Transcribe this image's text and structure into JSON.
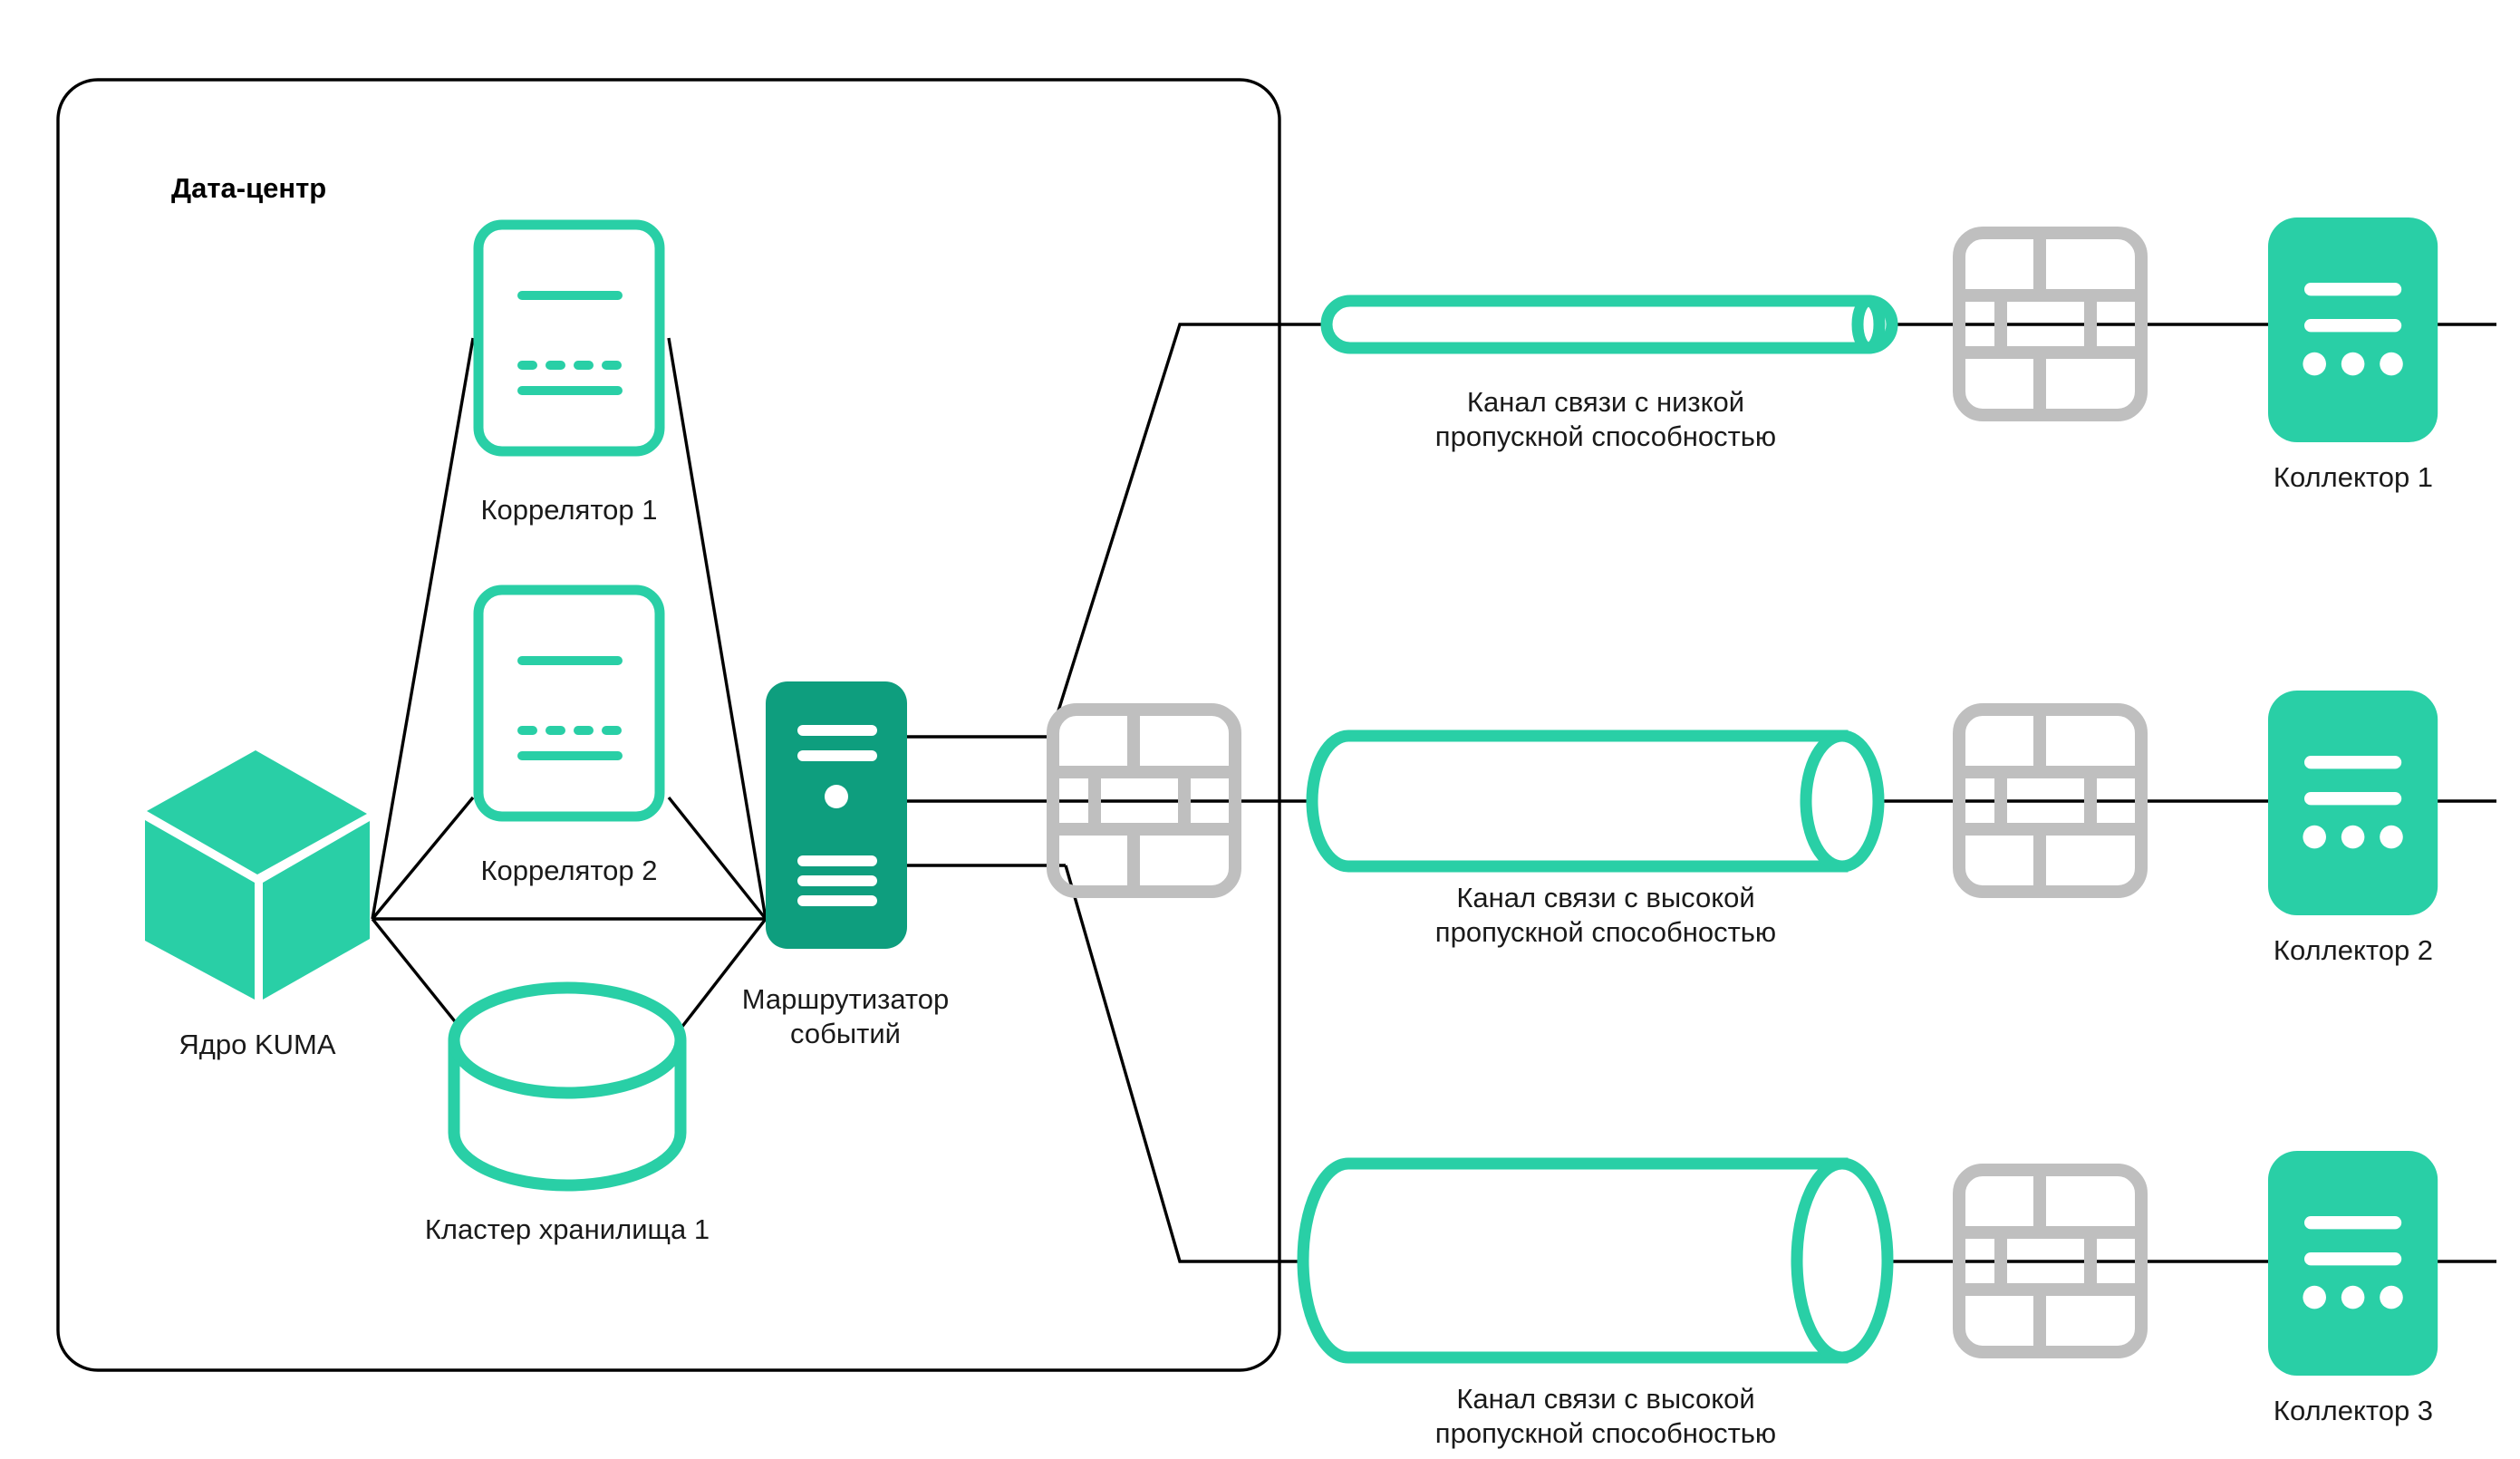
{
  "diagram": {
    "title": "Дата-центр",
    "colors": {
      "accent_light": "#29CFA6",
      "accent_dark": "#0E9E7E",
      "firewall_gray": "#BFBFBF",
      "line_black": "#000000",
      "background": "#FFFFFF",
      "text": "#1A1A1A"
    },
    "datacenter": {
      "label": "Дата-центр",
      "nodes": [
        {
          "id": "kuma-core",
          "label": "Ядро KUMA",
          "icon": "cube-icon"
        },
        {
          "id": "correlator-1",
          "label": "Коррелятор 1",
          "icon": "correlator-icon"
        },
        {
          "id": "correlator-2",
          "label": "Коррелятор 2",
          "icon": "correlator-icon"
        },
        {
          "id": "storage-cluster-1",
          "label": "Кластер хранилища 1",
          "icon": "database-cylinder-icon"
        },
        {
          "id": "event-router",
          "label": "Маршрутизатор\nсобытий",
          "label_line_1": "Маршрутизатор",
          "label_line_2": "событий",
          "icon": "server-icon"
        },
        {
          "id": "firewall-internal",
          "label": "",
          "icon": "firewall-brick-icon"
        }
      ]
    },
    "channels": [
      {
        "id": "channel-1",
        "label_line_1": "Канал связи с низкой",
        "label_line_2": "пропускной способностью",
        "bandwidth": "low",
        "icon": "thin-pipe-icon"
      },
      {
        "id": "channel-2",
        "label_line_1": "Канал связи с высокой",
        "label_line_2": "пропускной способностью",
        "bandwidth": "high",
        "icon": "thick-cylinder-icon"
      },
      {
        "id": "channel-3",
        "label_line_1": "Канал связи с высокой",
        "label_line_2": "пропускной способностью",
        "bandwidth": "high",
        "icon": "thick-cylinder-icon"
      }
    ],
    "remote_firewalls": [
      {
        "id": "firewall-remote-1",
        "icon": "firewall-brick-icon"
      },
      {
        "id": "firewall-remote-2",
        "icon": "firewall-brick-icon"
      },
      {
        "id": "firewall-remote-3",
        "icon": "firewall-brick-icon"
      }
    ],
    "collectors": [
      {
        "id": "collector-1",
        "label": "Коллектор 1",
        "icon": "collector-icon"
      },
      {
        "id": "collector-2",
        "label": "Коллектор 2",
        "icon": "collector-icon"
      },
      {
        "id": "collector-3",
        "label": "Коллектор 3",
        "icon": "collector-icon"
      }
    ]
  }
}
